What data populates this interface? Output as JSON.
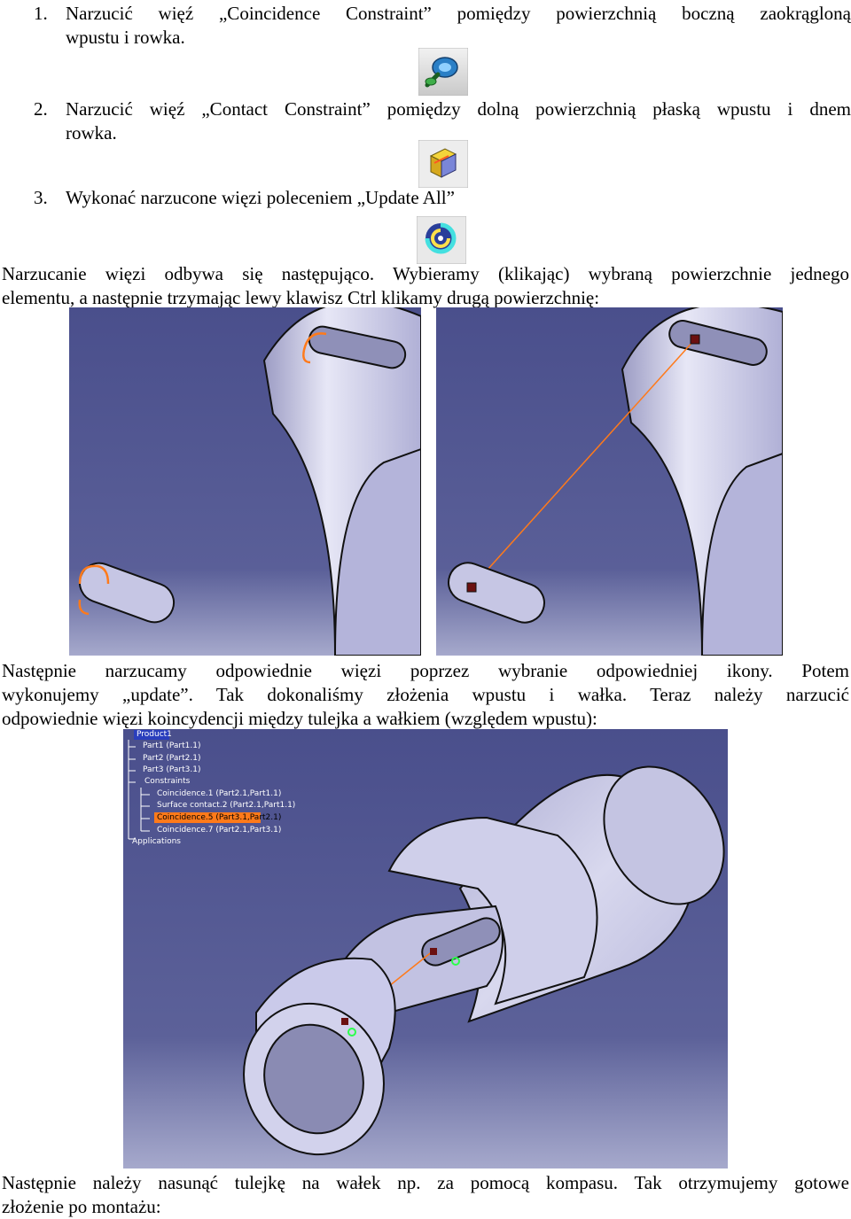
{
  "list": [
    {
      "num": "1.",
      "line1": "Narzucić więź „Coincidence Constraint” pomiędzy powierzchnią boczną zaokrągloną",
      "line2": "wpustu i rowka.",
      "icon": "coincidence-constraint-icon"
    },
    {
      "num": "2.",
      "line1": "Narzucić więź „Contact Constraint” pomiędzy dolną powierzchnią płaską wpustu i dnem",
      "line2": "rowka.",
      "icon": "contact-constraint-icon"
    },
    {
      "num": "3.",
      "line1": "Wykonać narzucone więzi poleceniem „Update All”",
      "icon": "update-all-icon"
    }
  ],
  "para1": {
    "line1": "Narzucanie więzi odbywa się następująco. Wybieramy (klikając) wybraną powierzchnie jednego",
    "line2": "elementu, a następnie trzymając lewy klawisz Ctrl klikamy drugą powierzchnię:"
  },
  "para2": {
    "line1": "Następnie narzucamy odpowiednie więzi poprzez wybranie odpowiedniej ikony. Potem",
    "line2": "wykonujemy „update”. Tak dokonaliśmy złożenia wpustu i wałka. Teraz należy narzucić",
    "line3": "odpowiednie więzi koincydencji między tulejka a wałkiem (względem wpustu):"
  },
  "tree": {
    "root": "Product1",
    "parts": [
      "Part1 (Part1.1)",
      "Part2 (Part2.1)",
      "Part3 (Part3.1)"
    ],
    "constraints_label": "Constraints",
    "constraints": [
      "Coincidence.1 (Part2.1,Part1.1)",
      "Surface contact.2 (Part2.1,Part1.1)",
      "Coincidence.5 (Part3.1,Part2.1)",
      "Coincidence.7 (Part2.1,Part3.1)"
    ],
    "applications": "Applications"
  },
  "para3": {
    "line1": "Następnie należy nasunąć tulejkę na wałek np. za pomocą kompasu. Tak otrzymujemy gotowe",
    "line2": "złożenie po montażu:"
  },
  "colors": {
    "viewport_bg_top": "#4a4f8c",
    "viewport_bg_bottom": "#a6a9cc",
    "part_fill": "#c6c6e4",
    "selection": "#ff7a1a",
    "tree_highlight": "#ff7a1a"
  }
}
